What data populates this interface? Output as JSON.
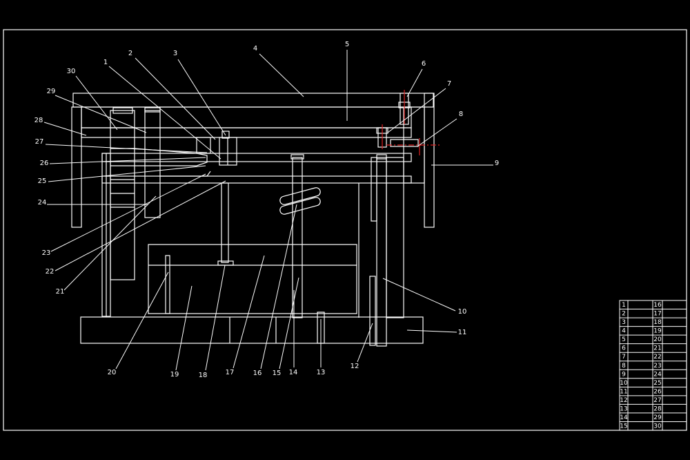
{
  "callouts": [
    "1",
    "2",
    "3",
    "4",
    "5",
    "6",
    "7",
    "8",
    "9",
    "10",
    "11",
    "12",
    "13",
    "14",
    "15",
    "16",
    "17",
    "18",
    "19",
    "20",
    "21",
    "22",
    "23",
    "24",
    "25",
    "26",
    "27",
    "28",
    "29",
    "30"
  ],
  "bom": [
    {
      "left_no": "1",
      "left_name": "",
      "right_no": "16",
      "right_name": ""
    },
    {
      "left_no": "2",
      "left_name": "",
      "right_no": "17",
      "right_name": ""
    },
    {
      "left_no": "3",
      "left_name": "",
      "right_no": "18",
      "right_name": ""
    },
    {
      "left_no": "4",
      "left_name": "",
      "right_no": "19",
      "right_name": ""
    },
    {
      "left_no": "5",
      "left_name": "",
      "right_no": "20",
      "right_name": ""
    },
    {
      "left_no": "6",
      "left_name": "",
      "right_no": "21",
      "right_name": ""
    },
    {
      "left_no": "7",
      "left_name": "",
      "right_no": "22",
      "right_name": ""
    },
    {
      "left_no": "8",
      "left_name": "",
      "right_no": "23",
      "right_name": ""
    },
    {
      "left_no": "9",
      "left_name": "",
      "right_no": "24",
      "right_name": ""
    },
    {
      "left_no": "10",
      "left_name": "",
      "right_no": "25",
      "right_name": ""
    },
    {
      "left_no": "11",
      "left_name": "",
      "right_no": "26",
      "right_name": ""
    },
    {
      "left_no": "12",
      "left_name": "",
      "right_no": "27",
      "right_name": ""
    },
    {
      "left_no": "13",
      "left_name": "",
      "right_no": "28",
      "right_name": ""
    },
    {
      "left_no": "14",
      "left_name": "",
      "right_no": "29",
      "right_name": ""
    },
    {
      "left_no": "15",
      "left_name": "",
      "right_no": "30",
      "right_name": ""
    }
  ]
}
